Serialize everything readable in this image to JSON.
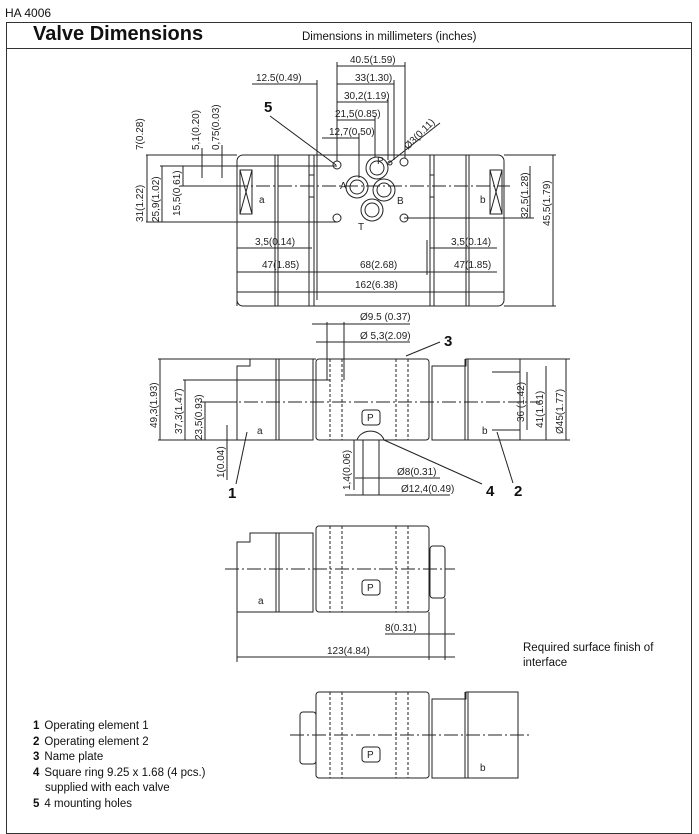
{
  "doc_id": "HA 4006",
  "title": "Valve Dimensions",
  "subtitle": "Dimensions in millimeters (inches)",
  "view_top": {
    "dims": [
      "40.5(1.59)",
      "33(1.30)",
      "30,2(1.19)",
      "21,5(0.85)",
      "12,7(0.50)",
      "12.5(0.49)",
      "Ø3(0.11)",
      "7(0.28)",
      "5,1(0.20)",
      "0,75(0.03)",
      "31(1.22)",
      "25,9(1.02)",
      "15,5(0.61)",
      "32,5(1.28)",
      "45,5(1.79)",
      "3,5(0.14)",
      "3,5(0.14)",
      "47(1.85)",
      "68(2.68)",
      "47(1.85)",
      "162(6.38)"
    ],
    "ports": [
      "P",
      "A",
      "B",
      "T"
    ],
    "ends": [
      "a",
      "b"
    ],
    "callout": "5"
  },
  "view_side": {
    "dims": [
      "Ø9.5 (0.37)",
      "Ø 5,3(2.09)",
      "49,3(1.93)",
      "37,3(1.47)",
      "23,5(0.93)",
      "1(0.04)",
      "1,4(0.06)",
      "Ø8(0.31)",
      "Ø12,4(0.49)",
      "36 (1.42)",
      "41(1.61)",
      "Ø45(1.77)"
    ],
    "plate": "P",
    "ends": [
      "a",
      "b"
    ],
    "callouts": [
      "3",
      "1",
      "4",
      "2"
    ]
  },
  "view_a": {
    "dims": [
      "8(0.31)",
      "123(4.84)"
    ],
    "plate": "P",
    "end": "a"
  },
  "view_b": {
    "plate": "P",
    "end": "b"
  },
  "surface_note": "Required surface finish of interface",
  "legend": [
    {
      "num": "1",
      "text": "Operating element 1"
    },
    {
      "num": "2",
      "text": "Operating element 2"
    },
    {
      "num": "3",
      "text": "Name plate"
    },
    {
      "num": "4",
      "text": "Square ring 9.25 x 1.68 (4 pcs.)",
      "text2": "supplied with each valve"
    },
    {
      "num": "5",
      "text": "4 mounting holes"
    }
  ]
}
